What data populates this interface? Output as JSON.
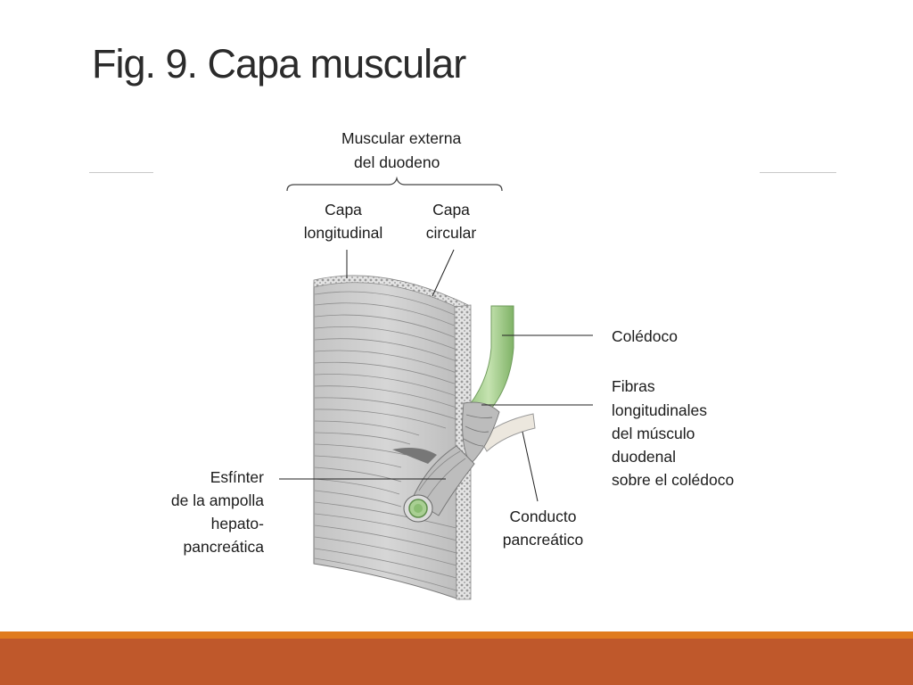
{
  "slide": {
    "title": "Fig. 9. Capa muscular"
  },
  "diagram": {
    "header_line1": "Muscular externa",
    "header_line2": "del duodeno",
    "longitudinal_line1": "Capa",
    "longitudinal_line2": "longitudinal",
    "circular_line1": "Capa",
    "circular_line2": "circular",
    "coledoco": "Colédoco",
    "fibras_line1": "Fibras",
    "fibras_line2": "longitudinales",
    "fibras_line3": "del músculo",
    "fibras_line4": "duodenal",
    "fibras_line5": "sobre el colédoco",
    "esfinter_line1": "Esfínter",
    "esfinter_line2": "de la ampolla",
    "esfinter_line3": "hepato-",
    "esfinter_line4": "pancreática",
    "conducto_line1": "Conducto",
    "conducto_line2": "pancreático"
  },
  "colors": {
    "muscle_fill": "#cfcfcf",
    "muscle_lines": "#8e8e8e",
    "bile_duct_green": "#a9cf93",
    "footer_thin": "#e07b1e",
    "footer_band": "#bf582b"
  }
}
